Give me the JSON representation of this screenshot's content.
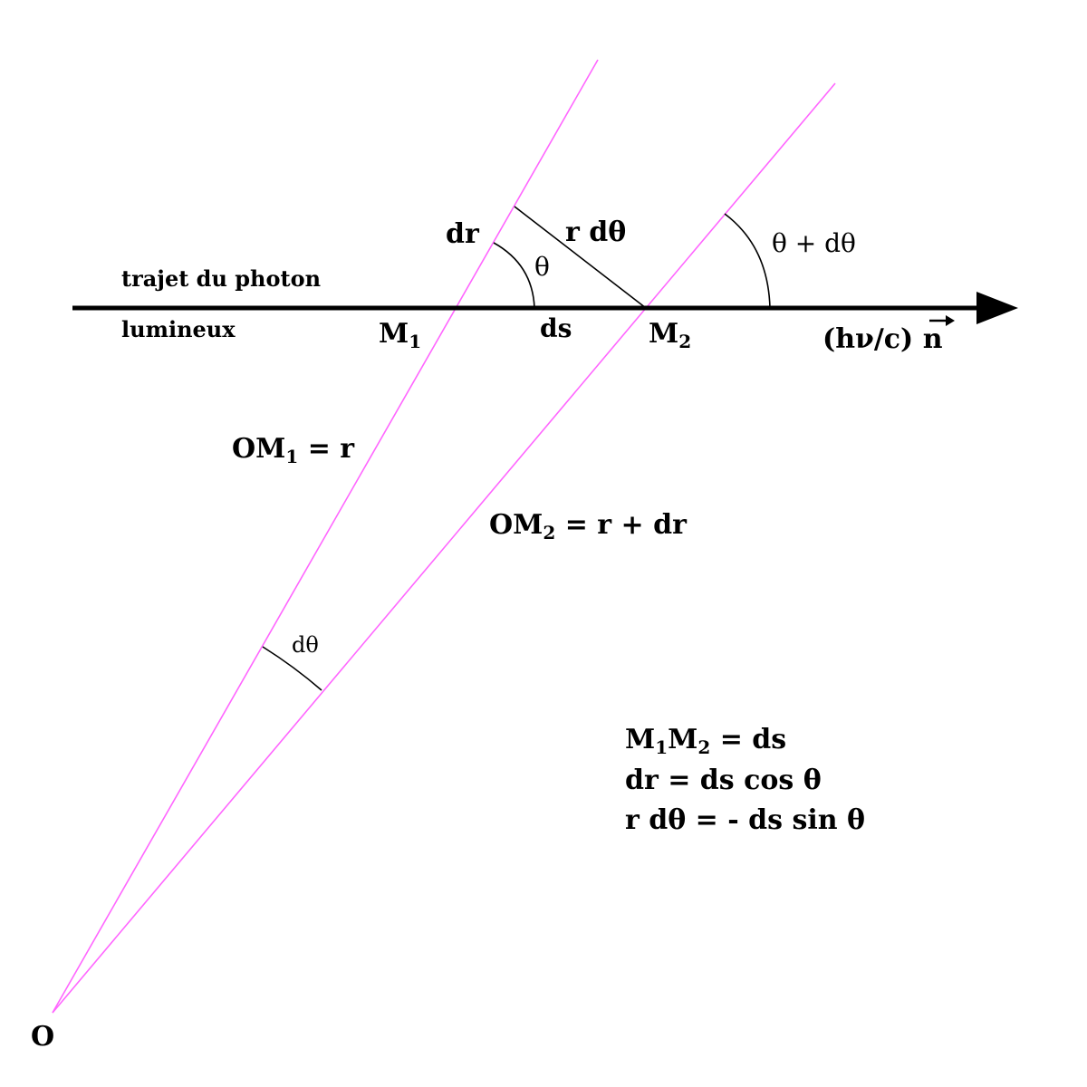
{
  "colors": {
    "ray": "#ff66ff",
    "ink": "#000000",
    "background": "#ffffff"
  },
  "labels": {
    "photon_path_line1": "trajet du photon",
    "photon_path_line2": "lumineux",
    "m1_main": "M",
    "m1_sub": "1",
    "m2_main": "M",
    "m2_sub": "2",
    "ds": "ds",
    "dr": "dr",
    "r_dtheta": "r dθ",
    "theta": "θ",
    "theta_plus_dtheta": "θ + dθ",
    "momentum_main": "(hν/c) ",
    "momentum_vector": "n",
    "om1_main": "OM",
    "om1_sub": "1",
    "om1_rest": " = r",
    "om2_main": "OM",
    "om2_sub": "2",
    "om2_rest": " = r + dr",
    "dtheta": "dθ",
    "origin": "O"
  },
  "equations": {
    "eq1_a": "M",
    "eq1_a_sub": "1",
    "eq1_b": "M",
    "eq1_b_sub": "2",
    "eq1_rest": " = ds",
    "eq2": "dr = ds cos θ",
    "eq3": "r dθ = - ds sin θ"
  }
}
